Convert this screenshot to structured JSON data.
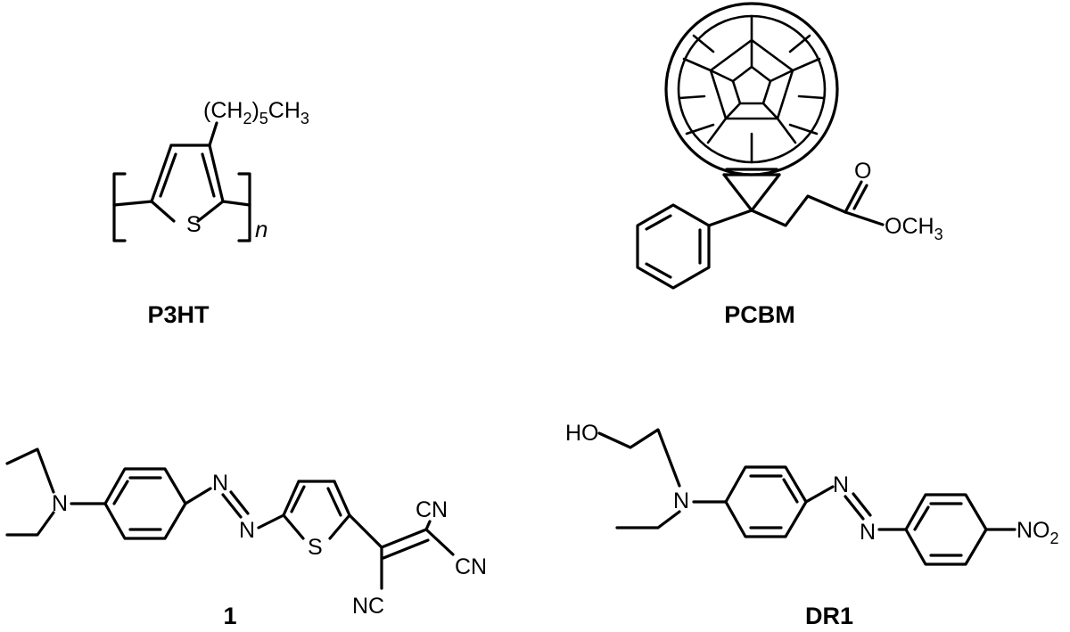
{
  "molecules": [
    {
      "name": "P3HT",
      "substituent": {
        "main": "(CH",
        "sub1": "2",
        "mid": ")",
        "sub2": "5",
        "tail": "CH",
        "sub3": "3"
      },
      "ring_atom": "S",
      "repeat": "n"
    },
    {
      "name": "PCBM",
      "carbonyl_o": "O",
      "ester": {
        "main": "OCH",
        "sub": "3"
      }
    },
    {
      "name": "1",
      "amine_n": "N",
      "azo_n1": "N",
      "azo_n2": "N",
      "ring_atom": "S",
      "cn1": "CN",
      "cn2": "CN",
      "nc": "NC"
    },
    {
      "name": "DR1",
      "ho": "HO",
      "amine_n": "N",
      "azo_n1": "N",
      "azo_n2": "N",
      "nitro": {
        "main": "NO",
        "sub": "2"
      }
    }
  ]
}
